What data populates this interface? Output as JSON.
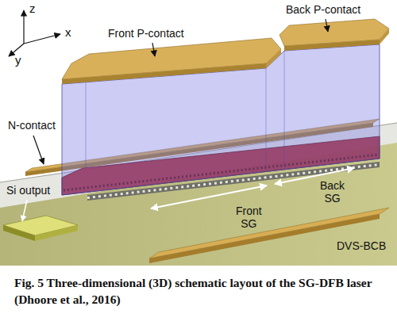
{
  "diagram": {
    "caption": "Fig. 5 Three-dimensional (3D) schematic layout of the SG-DFB laser (Dhoore et al., 2016)",
    "labels": [
      "z",
      "x",
      "y",
      "Back P-contact",
      "Front P-contact",
      "N-contact",
      "Si output",
      "Front SG",
      "Back SG",
      "DVS-BCB"
    ]
  }
}
